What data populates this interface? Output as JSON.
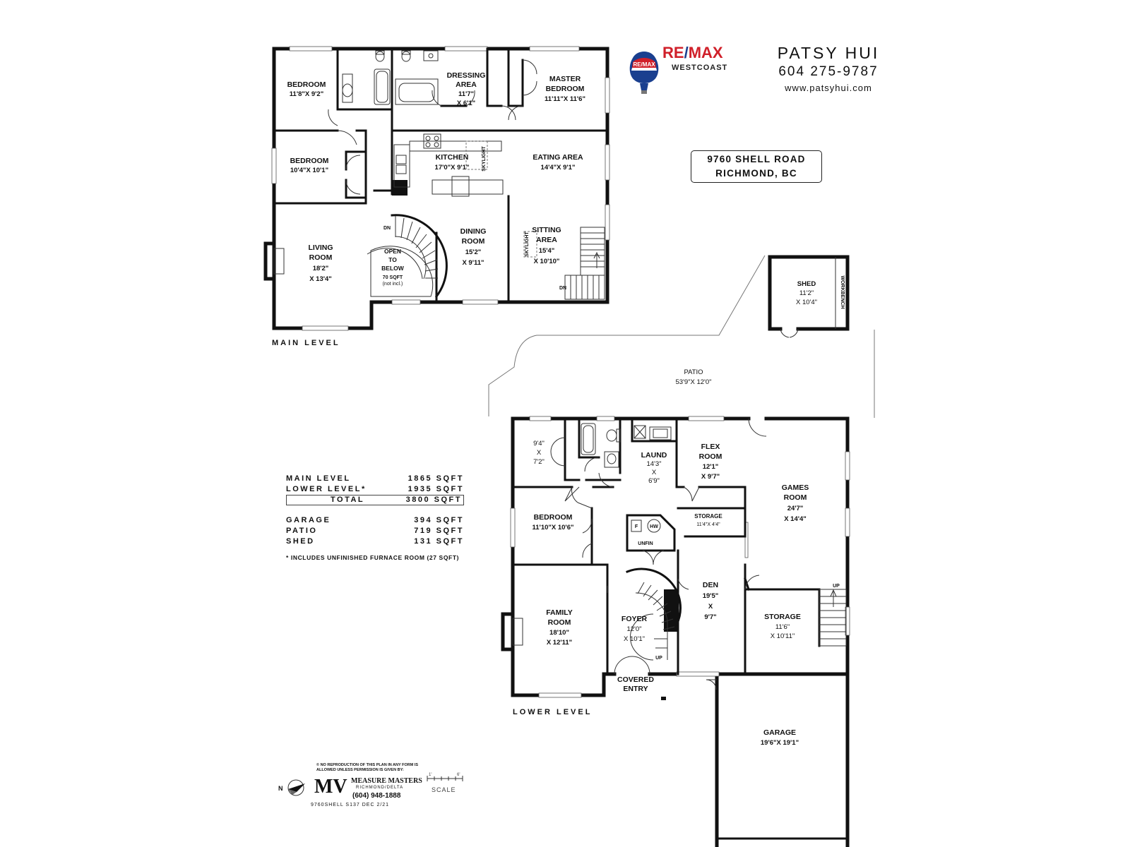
{
  "brand": {
    "logo_text_re": "RE",
    "logo_text_slash": "/",
    "logo_text_max": "MAX",
    "office": "WESTCOAST",
    "balloon_text": "RE/MAX",
    "accent_red": "#d0202a",
    "accent_blue": "#1a3f8f"
  },
  "agent": {
    "name": "PATSY HUI",
    "phone": "604 275-9787",
    "website": "www.patsyhui.com"
  },
  "address": {
    "line1": "9760 SHELL ROAD",
    "line2": "RICHMOND, BC"
  },
  "levels": {
    "main": "MAIN LEVEL",
    "lower": "LOWER LEVEL"
  },
  "rooms_main": {
    "bedroom1": {
      "name": "BEDROOM",
      "dims": "11'8\"X 9'2\""
    },
    "dressing": {
      "name1": "DRESSING",
      "name2": "AREA",
      "dim1": "11'7\"",
      "dim2": "X 6'1\""
    },
    "master": {
      "name1": "MASTER",
      "name2": "BEDROOM",
      "dims": "11'11\"X 11'6\""
    },
    "bedroom2": {
      "name": "BEDROOM",
      "dims": "10'4\"X 10'1\""
    },
    "kitchen": {
      "name": "KITCHEN",
      "dims": "17'0\"X 9'1\"",
      "skylight": "SKYLIGHT"
    },
    "eating": {
      "name": "EATING AREA",
      "dims": "14'4\"X 9'1\""
    },
    "living": {
      "name1": "LIVING",
      "name2": "ROOM",
      "dim1": "18'2\"",
      "dim2": "X 13'4\""
    },
    "open": {
      "l1": "OPEN",
      "l2": "TO",
      "l3": "BELOW",
      "l4": "70 SQFT",
      "l5": "(not incl.)",
      "dn": "DN"
    },
    "dining": {
      "name1": "DINING",
      "name2": "ROOM",
      "dim1": "15'2\"",
      "dim2": "X 9'11\""
    },
    "sitting": {
      "name1": "SITTING",
      "name2": "AREA",
      "dim1": "15'4\"",
      "dim2": "X 10'10\"",
      "skylight": "SKYLIGHT",
      "dn": "DN"
    }
  },
  "shed": {
    "name": "SHED",
    "dim1": "11'2\"",
    "dim2": "X 10'4\"",
    "workbench": "WORKBENCH"
  },
  "patio": {
    "name": "PATIO",
    "dims": "53'9\"X 12'0\""
  },
  "rooms_lower": {
    "small": {
      "d1": "9'4\"",
      "d2": "X",
      "d3": "7'2\""
    },
    "laund": {
      "name": "LAUND",
      "d1": "14'3\"",
      "d2": "X",
      "d3": "6'9\""
    },
    "flex": {
      "name1": "FLEX",
      "name2": "ROOM",
      "d1": "12'1\"",
      "d2": "X 9'7\""
    },
    "games": {
      "name1": "GAMES",
      "name2": "ROOM",
      "d1": "24'7\"",
      "d2": "X 14'4\"",
      "up": "UP"
    },
    "storage1": {
      "name": "STORAGE",
      "dims": "11'4\"X 4'4\""
    },
    "bedroom": {
      "name": "BEDROOM",
      "dims": "11'10\"X 10'6\""
    },
    "unfin": {
      "name": "UNFIN",
      "f": "F",
      "hw": "HW"
    },
    "family": {
      "name1": "FAMILY",
      "name2": "ROOM",
      "d1": "18'10\"",
      "d2": "X 12'11\""
    },
    "foyer": {
      "name": "FOYER",
      "d1": "12'0\"",
      "d2": "X 10'1\"",
      "up": "UP"
    },
    "den": {
      "name": "DEN",
      "d1": "19'5\"",
      "d2": "X",
      "d3": "9'7\""
    },
    "storage2": {
      "name": "STORAGE",
      "d1": "11'6\"",
      "d2": "X 10'11\""
    },
    "covered": {
      "l1": "COVERED",
      "l2": "ENTRY"
    },
    "garage": {
      "name": "GARAGE",
      "dims": "19'6\"X 19'1\""
    }
  },
  "areas": {
    "main": {
      "label": "MAIN LEVEL",
      "value": "1865 SQFT"
    },
    "lower": {
      "label": "LOWER LEVEL*",
      "value": "1935 SQFT"
    },
    "total": {
      "label": "TOTAL",
      "value": "3800 SQFT"
    },
    "garage": {
      "label": "GARAGE",
      "value": "394 SQFT"
    },
    "patio": {
      "label": "PATIO",
      "value": "719 SQFT"
    },
    "shed": {
      "label": "SHED",
      "value": "131 SQFT"
    },
    "note": "* INCLUDES UNFINISHED FURNACE ROOM (27 SQFT)"
  },
  "maker": {
    "copyright": "© NO REPRODUCTION OF THIS PLAN IN ANY FORM IS ALLOWED UNLESS PERMISSION IS GIVEN BY:",
    "logo": "MV",
    "name": "MEASURE MASTERS",
    "city": "RICHMOND/DELTA",
    "phone": "(604) 948-1888",
    "file": "9760SHELL    S137    DEC 2/21",
    "north": "N"
  },
  "scale": {
    "label": "SCALE",
    "a": "1'",
    "b": "6'"
  }
}
